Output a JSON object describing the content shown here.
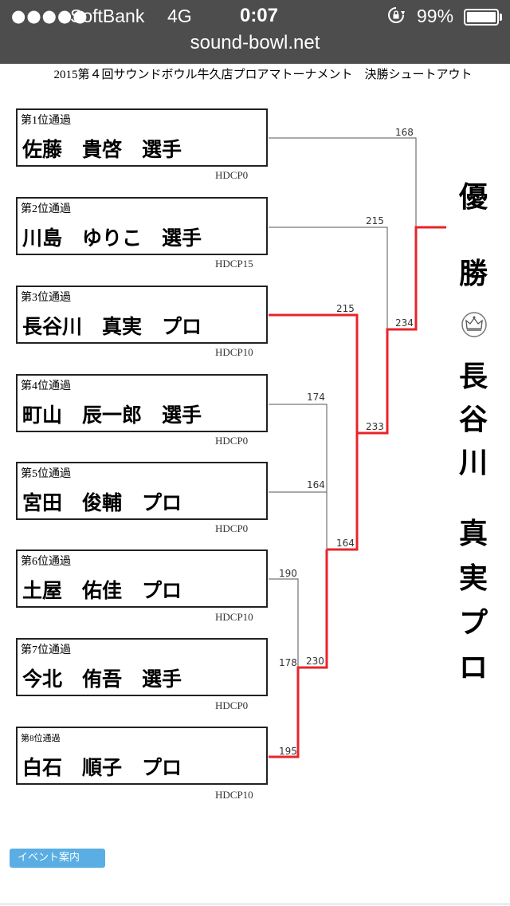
{
  "status_bar": {
    "signal": "●●●●●",
    "carrier": "SoftBank",
    "network": "4G",
    "time": "0:07",
    "battery": "99%",
    "url": "sound-bowl.net",
    "lock_icon": "rotation-lock-icon",
    "battery_icon": "battery-icon"
  },
  "title": "2015第４回サウンドボウル牛久店プロアマトーナメント　決勝シュートアウト",
  "players": [
    {
      "rank": "第1位通過",
      "name": "佐藤　貴啓　選手",
      "hdcp": "HDCP0"
    },
    {
      "rank": "第2位通過",
      "name": "川島　ゆりこ　選手",
      "hdcp": "HDCP15"
    },
    {
      "rank": "第3位通過",
      "name": "長谷川　真実　プロ",
      "hdcp": "HDCP10"
    },
    {
      "rank": "第4位通過",
      "name": "町山　辰一郎　選手",
      "hdcp": "HDCP0"
    },
    {
      "rank": "第5位通過",
      "name": "宮田　俊輔　プロ",
      "hdcp": "HDCP0"
    },
    {
      "rank": "第6位通過",
      "name": "土屋　佑佳　プロ",
      "hdcp": "HDCP10"
    },
    {
      "rank": "第7位通過",
      "name": "今北　侑吾　選手",
      "hdcp": "HDCP0"
    },
    {
      "rank": "第8位通過",
      "name": "白石　順子　プロ",
      "hdcp": "HDCP10"
    }
  ],
  "scores": {
    "r1_p8": "195",
    "r1_p7": "178",
    "r1_p6": "190",
    "r2_p5": "164",
    "r2_m1": "230",
    "r3_p4": "174",
    "r3_m2": "164",
    "r4_p3": "215",
    "r4_m3": "233",
    "r5_p2": "215",
    "r5_m4": "234",
    "r6_p1": "168"
  },
  "winner": {
    "label1": "優",
    "label2": "勝",
    "crown_icon": "crown-icon",
    "name_chars": [
      "長",
      "谷",
      "川",
      "真",
      "実",
      "プ",
      "ロ"
    ]
  },
  "colors": {
    "winner_path": "#e8242a",
    "bracket_line": "#555555",
    "event_button": "#5aaee3"
  },
  "event_button": "イベント案内"
}
